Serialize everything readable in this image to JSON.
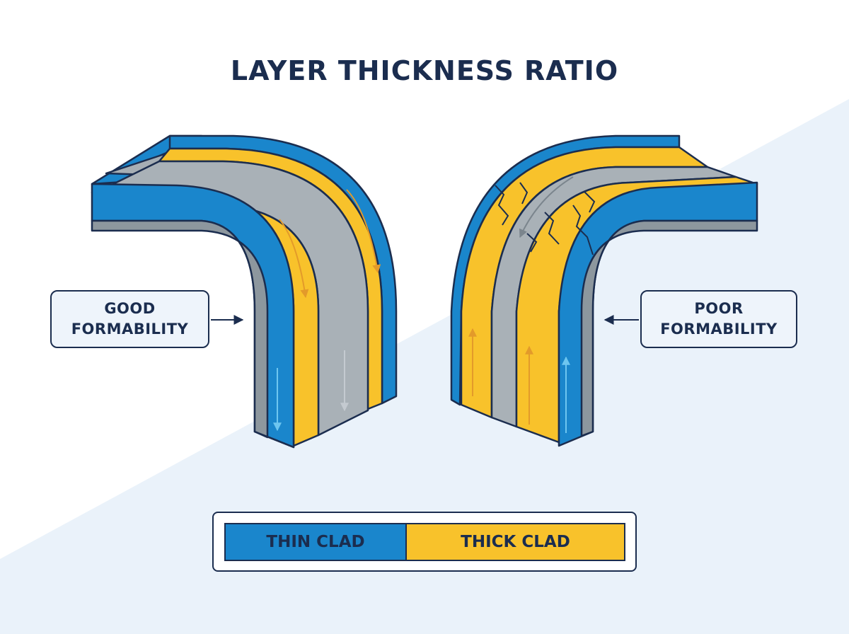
{
  "title": "LAYER THICKNESS RATIO",
  "callouts": {
    "left": {
      "line1": "GOOD",
      "line2": "FORMABILITY"
    },
    "right": {
      "line1": "POOR",
      "line2": "FORMABILITY"
    }
  },
  "legend": {
    "thin_label": "THIN CLAD",
    "thick_label": "THICK CLAD"
  },
  "colors": {
    "navy": "#1b2d4f",
    "clad_blue": "#1a86cc",
    "clad_yellow": "#f8c22b",
    "core_gray": "#8d979e",
    "background_tint": "#eaf2fa"
  },
  "icons": [
    "arrow-right-icon",
    "arrow-left-icon",
    "crack-icon",
    "flow-arrow-icon"
  ]
}
